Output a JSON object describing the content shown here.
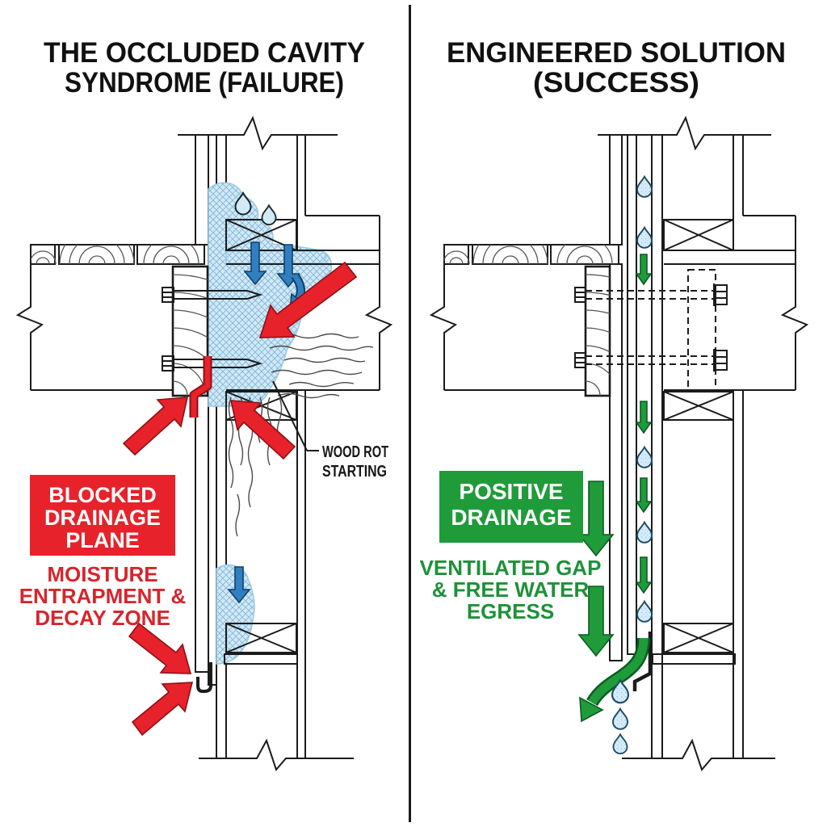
{
  "colors": {
    "ink": "#1b1b1b",
    "red": "#e7222b",
    "red_dark": "#8e1016",
    "red_text": "#d6252c",
    "green": "#1f9b3a",
    "green_dark": "#0b5c22",
    "green_text": "#1d9138",
    "blue_arrow": "#2f7fc2",
    "blue_arrow_dark": "#143f66",
    "water_fill": "#d2e9f6",
    "water_line": "#7fb6d9"
  },
  "left_panel": {
    "title_line1": "THE OCCLUDED CAVITY",
    "title_line2": "SYNDROME (FAILURE)",
    "badge_line1": "BLOCKED",
    "badge_line2": "DRAINAGE",
    "badge_line3": "PLANE",
    "caption_line1": "MOISTURE",
    "caption_line2": "ENTRAPMENT &",
    "caption_line3": "DECAY ZONE",
    "callout_line1": "WOOD ROT",
    "callout_line2": "STARTING"
  },
  "right_panel": {
    "title_line1": "ENGINEERED SOLUTION",
    "title_line2": "(SUCCESS)",
    "badge_line1": "POSITIVE",
    "badge_line2": "DRAINAGE",
    "caption_line1": "VENTILATED GAP",
    "caption_line2": "& FREE WATER",
    "caption_line3": "EGRESS"
  }
}
